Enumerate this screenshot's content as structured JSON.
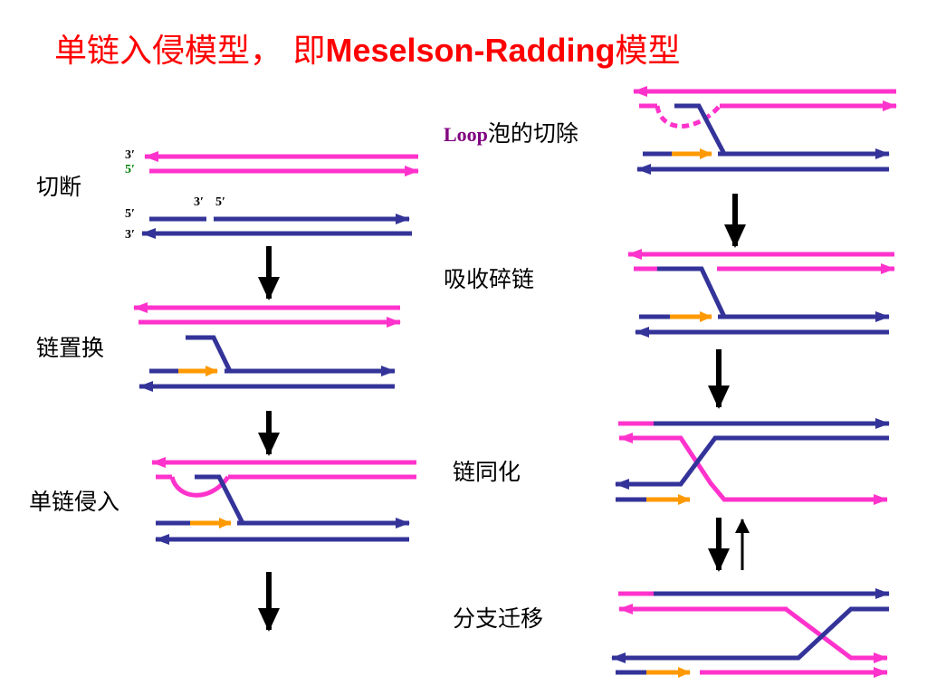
{
  "title": {
    "prefix": "单链入侵模型， 即",
    "latin": "Meselson-Radding",
    "suffix": "模型"
  },
  "steps": {
    "cut": "切断",
    "displacement": "链置换",
    "invasion": "单链侵入",
    "loop_prefix": "Loop",
    "loop_suffix": "泡的切除",
    "absorb": "吸收碎链",
    "isomerization": "链同化",
    "migration": "分支迁移"
  },
  "ends": {
    "three": "3′",
    "five": "5′"
  },
  "colors": {
    "title": "#ff0000",
    "pink_strand": "#ff33cc",
    "blue_strand": "#333399",
    "new_synthesis": "#ff9900",
    "arrow": "#000000",
    "loop_label": "#800080"
  }
}
